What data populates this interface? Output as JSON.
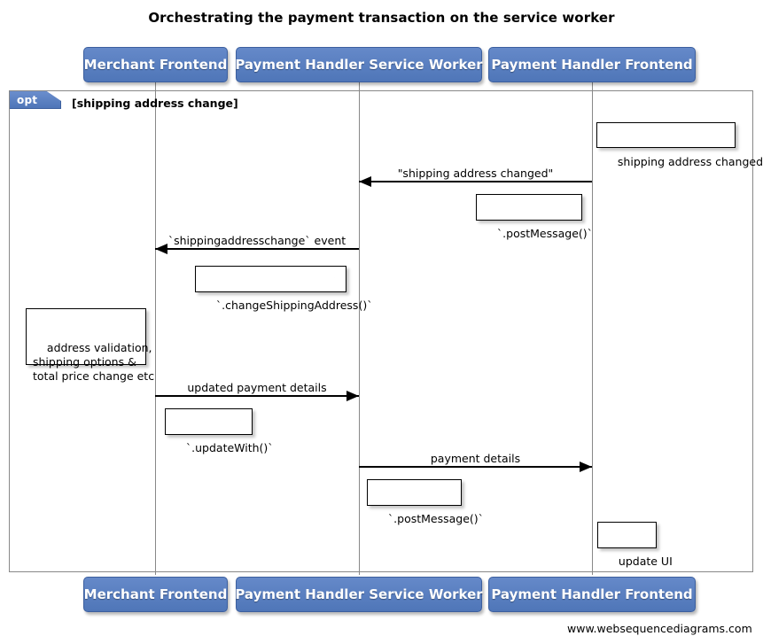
{
  "diagram": {
    "title": "Orchestrating the payment transaction on the service worker",
    "footer": "www.websequencediagrams.com",
    "colors": {
      "participant_fill": "#5578bd",
      "participant_border": "#3c5f9e",
      "participant_text": "#ffffff",
      "frame_border": "#888888",
      "lifeline": "#888888",
      "note_fill": "#ffffff",
      "note_border": "#000000",
      "arrow": "#000000"
    }
  },
  "participants": [
    {
      "id": "merchant-frontend",
      "label": "Merchant Frontend"
    },
    {
      "id": "payment-handler-service-worker",
      "label": "Payment Handler Service Worker"
    },
    {
      "id": "payment-handler-frontend",
      "label": "Payment Handler Frontend"
    }
  ],
  "fragment": {
    "type": "opt",
    "tab_label": "opt",
    "guard": "[shipping address change]"
  },
  "messages": [
    {
      "id": "msg-shipping-address-changed",
      "label": "\"shipping address changed\"",
      "from": "payment-handler-frontend",
      "to": "payment-handler-service-worker",
      "direction": "left"
    },
    {
      "id": "msg-shippingaddresschange-event",
      "label": "`shippingaddresschange` event",
      "from": "payment-handler-service-worker",
      "to": "merchant-frontend",
      "direction": "left"
    },
    {
      "id": "msg-updated-payment-details",
      "label": "updated payment details",
      "from": "merchant-frontend",
      "to": "payment-handler-service-worker",
      "direction": "right"
    },
    {
      "id": "msg-payment-details",
      "label": "payment details",
      "from": "payment-handler-service-worker",
      "to": "payment-handler-frontend",
      "direction": "right"
    }
  ],
  "notes": [
    {
      "id": "note-shipping-address-changed",
      "text": "shipping address changed",
      "attached_to": "payment-handler-frontend"
    },
    {
      "id": "note-post-message-1",
      "text": "`.postMessage()`",
      "attached_to": "payment-handler-frontend"
    },
    {
      "id": "note-change-shipping-address",
      "text": "`.changeShippingAddress()`",
      "attached_to": "payment-handler-service-worker"
    },
    {
      "id": "note-address-validation",
      "text": "address validation,\nshipping options &\ntotal price change etc",
      "attached_to": "merchant-frontend"
    },
    {
      "id": "note-update-with",
      "text": "`.updateWith()`",
      "attached_to": "merchant-frontend"
    },
    {
      "id": "note-post-message-2",
      "text": "`.postMessage()`",
      "attached_to": "payment-handler-service-worker"
    },
    {
      "id": "note-update-ui",
      "text": "update UI",
      "attached_to": "payment-handler-frontend"
    }
  ]
}
